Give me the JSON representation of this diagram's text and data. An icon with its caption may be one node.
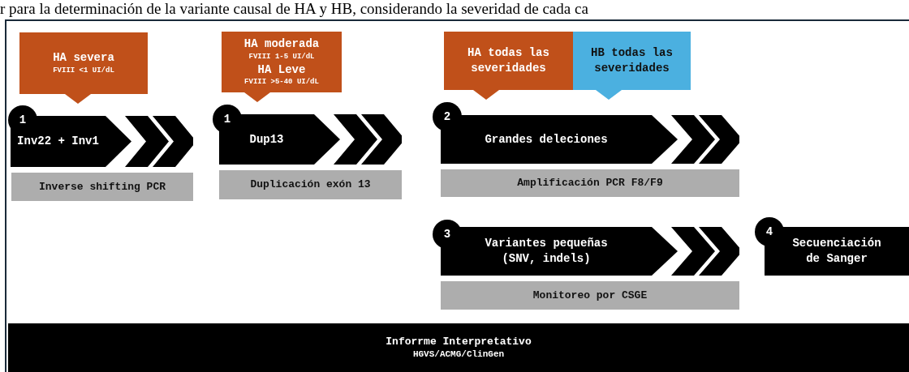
{
  "diagram": {
    "caption": "r para la determinación de la variante causal de HA y HB, considerando la severidad de cada ca",
    "nodes": [
      {
        "text": [
          "HA severa",
          "FVIII <1 UI/dL"
        ]
      },
      {
        "text": [
          "HA moderada",
          "FVIII 1-5 UI/dL",
          "HA Leve",
          "FVIII >5-40 UI/dL"
        ]
      },
      {
        "text": [
          "HA todas las severidades"
        ]
      },
      {
        "text": [
          "HB todas las severidades"
        ]
      },
      {
        "text": [
          "1"
        ]
      },
      {
        "text": [
          "Inv22 + Inv1"
        ]
      },
      {
        "text": [
          "Inverse shifting PCR"
        ]
      },
      {
        "text": [
          "1"
        ]
      },
      {
        "text": [
          "Dup13"
        ]
      },
      {
        "text": [
          "Duplicación exón 13"
        ]
      },
      {
        "text": [
          "2"
        ]
      },
      {
        "text": [
          "Grandes deleciones"
        ]
      },
      {
        "text": [
          "Amplificación PCR F8/F9"
        ]
      },
      {
        "text": [
          "3"
        ]
      },
      {
        "text": [
          "Variantes pequeñas (SNV, indels)"
        ]
      },
      {
        "text": [
          "Monitoreo por CSGE"
        ]
      },
      {
        "text": [
          "4"
        ]
      },
      {
        "text": [
          "Secuenciación de Sanger"
        ]
      },
      {
        "text": [
          "Inforrme Interpretativo",
          "HGVS/ACMG/ClinGen"
        ]
      }
    ]
  }
}
